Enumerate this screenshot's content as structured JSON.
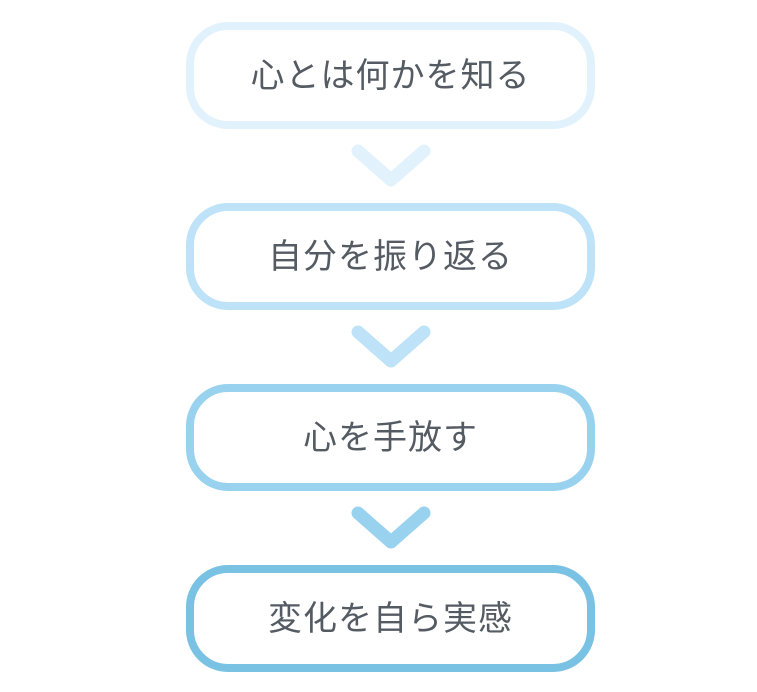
{
  "diagram": {
    "background_color": "#ffffff",
    "text_color": "#555b63",
    "steps": [
      {
        "label": "心とは何かを知る",
        "border_color": "#e2f2fc"
      },
      {
        "label": "自分を振り返る",
        "border_color": "#bee3f8"
      },
      {
        "label": "心を手放す",
        "border_color": "#99d2ef"
      },
      {
        "label": "変化を自ら実感",
        "border_color": "#7ac2e3"
      }
    ],
    "arrows": [
      {
        "icon": "chevron-down-icon",
        "color": "#e2f2fc"
      },
      {
        "icon": "chevron-down-icon",
        "color": "#bee3f8"
      },
      {
        "icon": "chevron-down-icon",
        "color": "#99d2ef"
      }
    ]
  }
}
